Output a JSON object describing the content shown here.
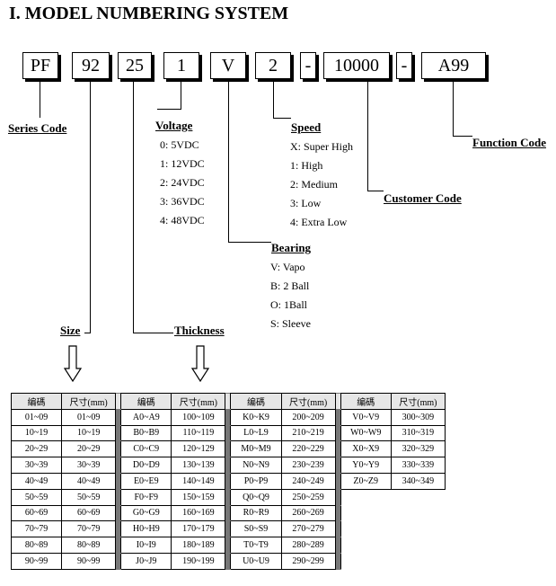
{
  "title": "I.   MODEL NUMBERING SYSTEM",
  "boxes": [
    "PF",
    "92",
    "25",
    "1",
    "V",
    "2",
    "-",
    "10000",
    "-",
    "A99"
  ],
  "labels": {
    "series": "Series Code",
    "voltage": "Voltage",
    "speed": "Speed",
    "function": "Function Code",
    "customer": "Customer Code",
    "bearing": "Bearing",
    "size": "Size",
    "thickness": "Thickness"
  },
  "voltage_options": [
    "0: 5VDC",
    "1: 12VDC",
    "2: 24VDC",
    "3: 36VDC",
    "4: 48VDC"
  ],
  "speed_options": [
    "X: Super High",
    "1: High",
    "2: Medium",
    "3: Low",
    "4: Extra Low"
  ],
  "bearing_options": [
    "V: Vapo",
    "B: 2 Ball",
    "O: 1Ball",
    "S: Sleeve"
  ],
  "table": {
    "header_code": "编碼",
    "header_size": "尺寸(mm)",
    "groups": [
      [
        [
          "01~09",
          "01~09"
        ],
        [
          "10~19",
          "10~19"
        ],
        [
          "20~29",
          "20~29"
        ],
        [
          "30~39",
          "30~39"
        ],
        [
          "40~49",
          "40~49"
        ],
        [
          "50~59",
          "50~59"
        ],
        [
          "60~69",
          "60~69"
        ],
        [
          "70~79",
          "70~79"
        ],
        [
          "80~89",
          "80~89"
        ],
        [
          "90~99",
          "90~99"
        ]
      ],
      [
        [
          "A0~A9",
          "100~109"
        ],
        [
          "B0~B9",
          "110~119"
        ],
        [
          "C0~C9",
          "120~129"
        ],
        [
          "D0~D9",
          "130~139"
        ],
        [
          "E0~E9",
          "140~149"
        ],
        [
          "F0~F9",
          "150~159"
        ],
        [
          "G0~G9",
          "160~169"
        ],
        [
          "H0~H9",
          "170~179"
        ],
        [
          "I0~I9",
          "180~189"
        ],
        [
          "J0~J9",
          "190~199"
        ]
      ],
      [
        [
          "K0~K9",
          "200~209"
        ],
        [
          "L0~L9",
          "210~219"
        ],
        [
          "M0~M9",
          "220~229"
        ],
        [
          "N0~N9",
          "230~239"
        ],
        [
          "P0~P9",
          "240~249"
        ],
        [
          "Q0~Q9",
          "250~259"
        ],
        [
          "R0~R9",
          "260~269"
        ],
        [
          "S0~S9",
          "270~279"
        ],
        [
          "T0~T9",
          "280~289"
        ],
        [
          "U0~U9",
          "290~299"
        ]
      ],
      [
        [
          "V0~V9",
          "300~309"
        ],
        [
          "W0~W9",
          "310~319"
        ],
        [
          "X0~X9",
          "320~329"
        ],
        [
          "Y0~Y9",
          "330~339"
        ],
        [
          "Z0~Z9",
          "340~349"
        ]
      ]
    ]
  }
}
